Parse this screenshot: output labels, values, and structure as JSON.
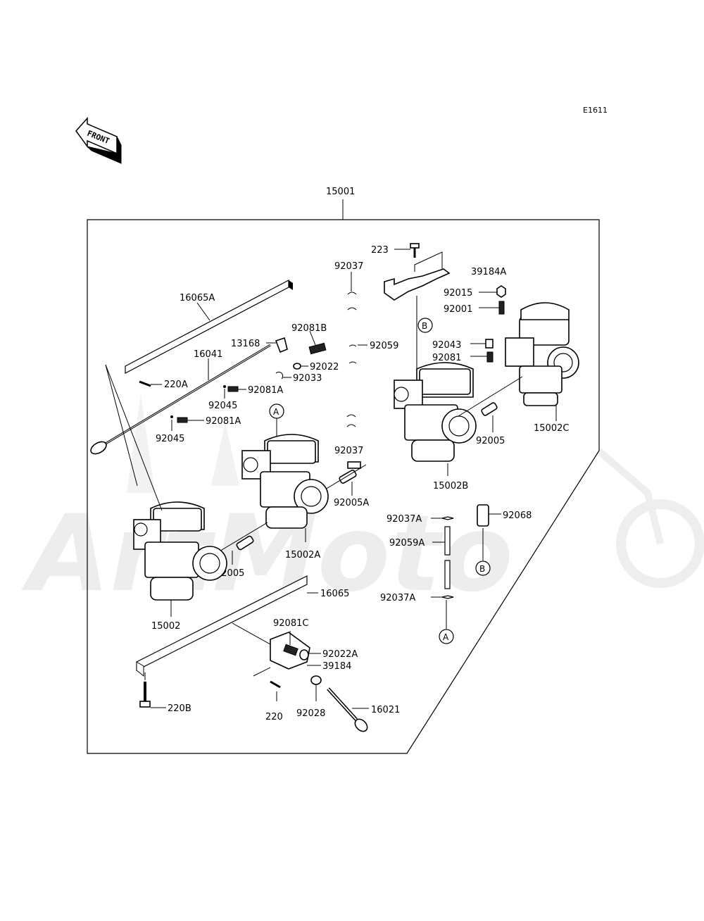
{
  "diagram_id": "E1611",
  "front_label": "FRONT",
  "assembly": {
    "number": "15001"
  },
  "watermark": "ArtMoto",
  "labels": {
    "p16065A": "16065A",
    "p16041": "16041",
    "p220A": "220A",
    "p13168": "13168",
    "p92081B": "92081B",
    "p92022": "92022",
    "p92033": "92033",
    "p92081A_1": "92081A",
    "p92045_1": "92045",
    "p92081A_2": "92081A",
    "p92045_2": "92045",
    "p92059": "92059",
    "p223": "223",
    "p92037_top": "92037",
    "p39184A": "39184A",
    "p92015": "92015",
    "p92001": "92001",
    "p92043": "92043",
    "p92081": "92081",
    "p92005_right": "92005",
    "p15002C": "15002C",
    "p15002B": "15002B",
    "p92037_mid": "92037",
    "p92005A": "92005A",
    "p15002A": "15002A",
    "p92005_left": "92005",
    "p15002": "15002",
    "p92037A_1": "92037A",
    "p92059A": "92059A",
    "p92037A_2": "92037A",
    "p92068": "92068",
    "p16065": "16065",
    "p92081C": "92081C",
    "p92022A": "92022A",
    "p39184": "39184",
    "p220B": "220B",
    "p220": "220",
    "p92028": "92028",
    "p16021": "16021"
  },
  "callouts": {
    "a1": "A",
    "b1": "B",
    "b2": "B",
    "a2": "A"
  }
}
